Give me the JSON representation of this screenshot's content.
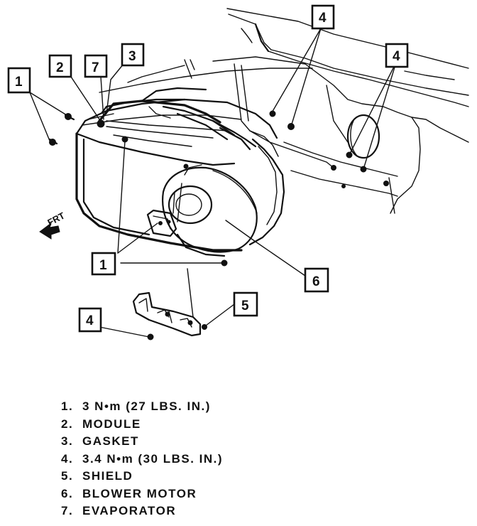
{
  "callouts": {
    "c1_top": "1",
    "c2": "2",
    "c7": "7",
    "c3": "3",
    "c4_top": "4",
    "c4_right": "4",
    "c1_bottom": "1",
    "c6": "6",
    "c5": "5",
    "c4_bottom": "4"
  },
  "frt_label": "FRT",
  "legend": [
    {
      "num": "1.",
      "text": "3 N•m (27 LBS. IN.)"
    },
    {
      "num": "2.",
      "text": "MODULE"
    },
    {
      "num": "3.",
      "text": "GASKET"
    },
    {
      "num": "4.",
      "text": "3.4 N•m (30 LBS. IN.)"
    },
    {
      "num": "5.",
      "text": "SHIELD"
    },
    {
      "num": "6.",
      "text": "BLOWER MOTOR"
    },
    {
      "num": "7.",
      "text": "EVAPORATOR"
    }
  ]
}
